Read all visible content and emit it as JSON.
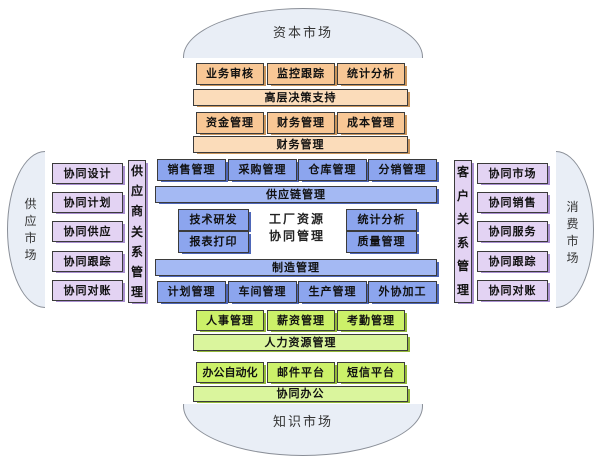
{
  "markets": {
    "top": "资本市场",
    "bottom": "知识市场",
    "left": "供应市场",
    "right": "消费市场"
  },
  "decision": {
    "cells": [
      "业务审核",
      "监控跟踪",
      "统计分析"
    ],
    "bar": "高层决策支持"
  },
  "finance": {
    "cells": [
      "资金管理",
      "财务管理",
      "成本管理"
    ],
    "bar": "财务管理"
  },
  "scm": {
    "cells": [
      "销售管理",
      "采购管理",
      "仓库管理",
      "分销管理"
    ],
    "bar": "供应链管理"
  },
  "core": {
    "left": [
      "技术研发",
      "报表打印"
    ],
    "center_line1": "工厂资源",
    "center_line2": "协同管理",
    "right": [
      "统计分析",
      "质量管理"
    ]
  },
  "mfg": {
    "bar": "制造管理",
    "cells": [
      "计划管理",
      "车间管理",
      "生产管理",
      "外协加工"
    ]
  },
  "hr": {
    "cells": [
      "人事管理",
      "薪资管理",
      "考勤管理"
    ],
    "bar": "人力资源管理"
  },
  "office": {
    "cells": [
      "办公自动化",
      "邮件平台",
      "短信平台"
    ],
    "bar": "协同办公"
  },
  "srm": {
    "bar": "供应商关系管理",
    "items": [
      "协同设计",
      "协同计划",
      "协同供应",
      "协同跟踪",
      "协同对账"
    ]
  },
  "crm": {
    "bar": "客户关系管理",
    "items": [
      "协同市场",
      "协同销售",
      "协同服务",
      "协同跟踪",
      "协同对账"
    ]
  },
  "colors": {
    "orange": "#f8c795",
    "orangebar": "#fbdcba",
    "blue": "#8ca5ee",
    "bluebar": "#a4b9f3",
    "green": "#ccf169",
    "greenbar": "#daf59d",
    "purple": "#e3d3f3",
    "ellipse": "#e9eef6"
  }
}
